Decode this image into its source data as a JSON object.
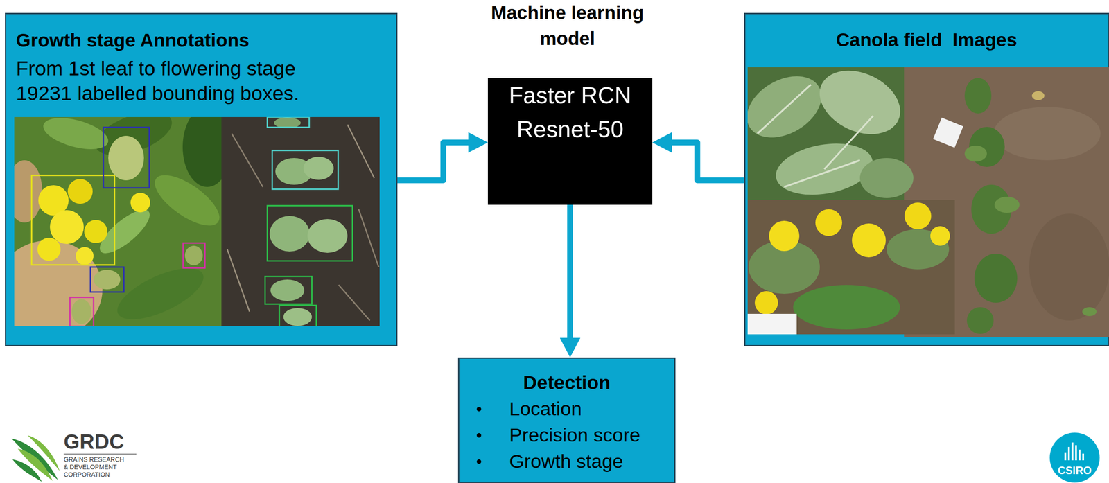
{
  "diagram": {
    "nodes": [
      {
        "text": [
          "Growth stage Annotations",
          "From 1st leaf to flowering stage 19231 labelled bounding boxes."
        ]
      },
      {
        "text": [
          "Machine learning model",
          "Faster RCN Resnet-50"
        ]
      },
      {
        "text": [
          "Canola field  Images"
        ]
      },
      {
        "text": [
          "Detection",
          "Location",
          "Precision score",
          "Growth stage"
        ]
      }
    ],
    "edges": [
      {
        "from": 0,
        "to": 1,
        "arrow": "to"
      },
      {
        "from": 2,
        "to": 1,
        "arrow": "to"
      },
      {
        "from": 1,
        "to": 3,
        "arrow": "to"
      }
    ],
    "labels": [
      "GRDC",
      "GRAINS RESEARCH & DEVELOPMENT CORPORATION",
      "CSIRO"
    ]
  }
}
